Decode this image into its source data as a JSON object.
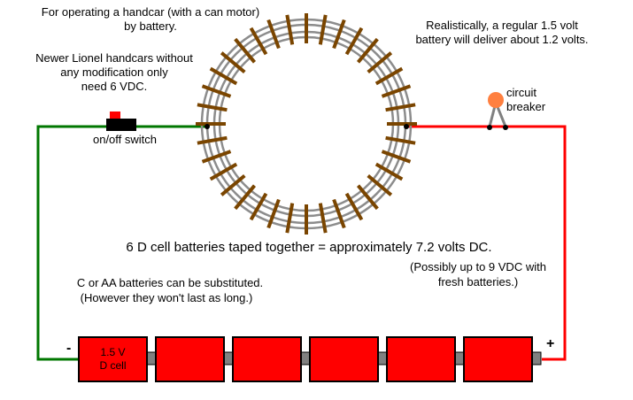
{
  "notes": {
    "top_left_1": "For operating a handcar (with a can motor)",
    "top_left_2": "by battery.",
    "lionel_1": "Newer Lionel handcars without",
    "lionel_2": "any modification only",
    "lionel_3": "need 6 VDC.",
    "realistic_1": "Realistically, a regular 1.5 volt",
    "realistic_2": "battery will deliver about 1.2 volts.",
    "switch_label": "on/off switch",
    "breaker_1": "circuit",
    "breaker_2": "breaker",
    "main_caption": "6 D cell batteries taped together = approximately 7.2 volts DC.",
    "fresh_1": "(Possibly up to 9 VDC with",
    "fresh_2": "fresh batteries.)",
    "substitute_1": "C or AA batteries can be substituted.",
    "substitute_2": "(However they won't last as long.)",
    "minus": "-",
    "plus": "+",
    "cell_voltage": "1.5 V",
    "cell_type": "D cell"
  },
  "battery": {
    "cell_count": 6
  },
  "track": {
    "tie_count": 36
  },
  "colors": {
    "negative_wire": "#007700",
    "positive_wire": "#ff0000",
    "rail": "#8c8c8c",
    "tie": "#7a4500",
    "cell": "#ff0000",
    "cell_border": "#000000",
    "cell_connector": "#808080",
    "switch_body": "#000000",
    "switch_button": "#ff0000",
    "breaker": "#ff8040",
    "breaker_leg": "#808080"
  }
}
